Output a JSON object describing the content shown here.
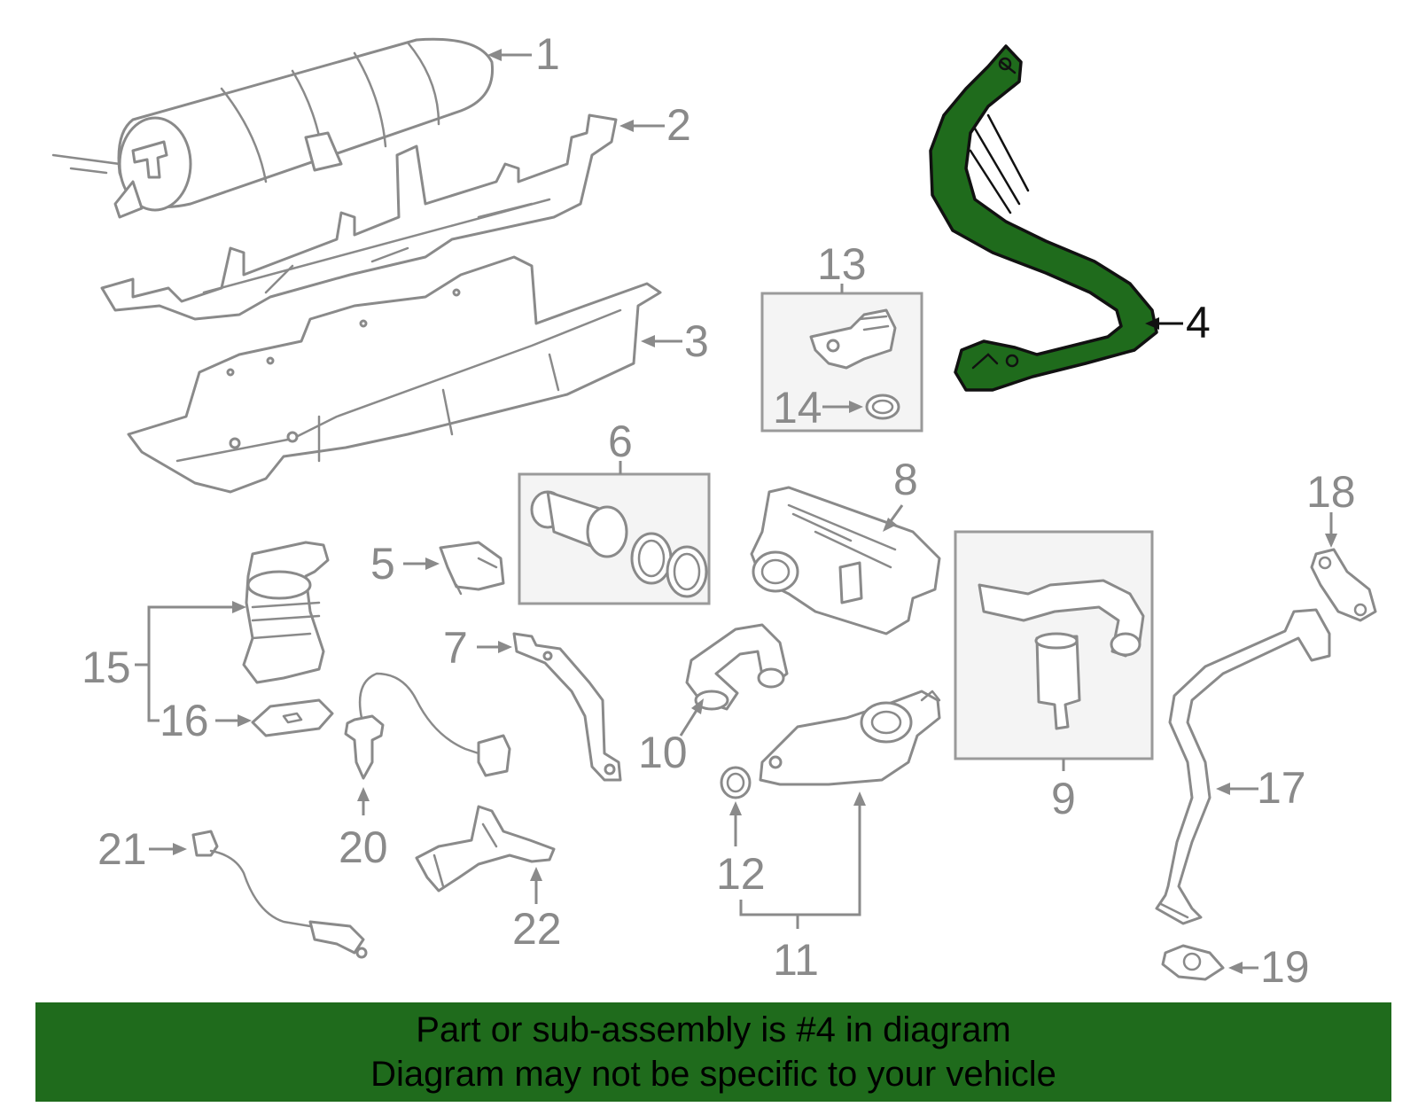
{
  "callouts": {
    "c1": "1",
    "c2": "2",
    "c3": "3",
    "c4": "4",
    "c5": "5",
    "c6": "6",
    "c7": "7",
    "c8": "8",
    "c9": "9",
    "c10": "10",
    "c11": "11",
    "c12": "12",
    "c13": "13",
    "c14": "14",
    "c15": "15",
    "c16": "16",
    "c17": "17",
    "c18": "18",
    "c19": "19",
    "c20": "20",
    "c21": "21",
    "c22": "22"
  },
  "highlight": {
    "callout": "4",
    "color": "#1f6b1c"
  },
  "banner": {
    "line1": "Part or sub-assembly is #4 in diagram",
    "line2": "Diagram may not be specific to your vehicle",
    "background": "#1f6b1c"
  },
  "colors": {
    "line_art": "#8a8a8a",
    "highlight_outline": "#111111"
  }
}
